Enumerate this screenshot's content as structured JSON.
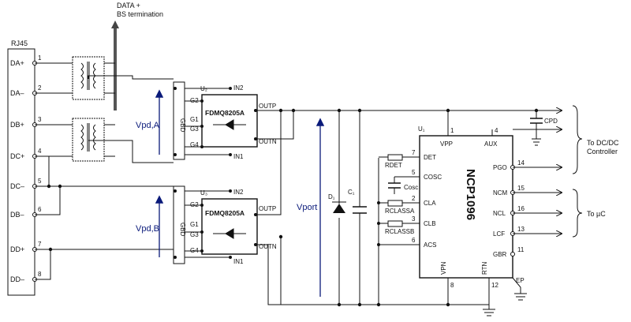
{
  "top_note": {
    "line1": "DATA +",
    "line2": "BS termination"
  },
  "rj45": {
    "title": "RJ45",
    "pins": [
      {
        "label": "DA+",
        "num": "1"
      },
      {
        "label": "DA–",
        "num": "2"
      },
      {
        "label": "DB+",
        "num": "3"
      },
      {
        "label": "DC+",
        "num": "4"
      },
      {
        "label": "DC–",
        "num": "5"
      },
      {
        "label": "DB–",
        "num": "6"
      },
      {
        "label": "DD+",
        "num": "7"
      },
      {
        "label": "DD–",
        "num": "8"
      }
    ]
  },
  "u2": {
    "ref": "U₂",
    "part": "FDMQ8205A",
    "pins": {
      "g1": "G1",
      "g2": "G2",
      "g3": "G3",
      "g4": "G4",
      "in1": "IN1",
      "in2": "IN2",
      "outp": "OUTP",
      "outn": "OUTN",
      "gbd": "GBD"
    }
  },
  "u3": {
    "ref": "U₃",
    "part": "FDMQ8205A",
    "pins": {
      "g1": "G1",
      "g2": "G2",
      "g3": "G3",
      "g4": "G4",
      "in1": "IN1",
      "in2": "IN2",
      "outp": "OUTP",
      "outn": "OUTN",
      "gbd": "GBD"
    }
  },
  "voltages": {
    "vpda": "Vpd,A",
    "vpdb": "Vpd,B",
    "vport": "Vport"
  },
  "components": {
    "d1": "D₁",
    "c1": "C₁",
    "cosc": "Cosc",
    "rdet": "RDET",
    "rclassa": "RCLASSA",
    "rclassb": "RCLASSB",
    "cpd": "CPD"
  },
  "u1": {
    "ref": "U₁",
    "part": "NCP1096",
    "left_pins": [
      {
        "num": "7",
        "name": "DET"
      },
      {
        "num": "5",
        "name": "COSC"
      },
      {
        "num": "2",
        "name": "CLA"
      },
      {
        "num": "3",
        "name": "CLB"
      },
      {
        "num": "6",
        "name": "ACS"
      }
    ],
    "top_pins": [
      {
        "num": "1",
        "name": "VPP"
      },
      {
        "num": "4",
        "name": "AUX"
      }
    ],
    "right_pins": [
      {
        "num": "14",
        "name": "PGO"
      },
      {
        "num": "15",
        "name": "NCM"
      },
      {
        "num": "16",
        "name": "NCL"
      },
      {
        "num": "13",
        "name": "LCF"
      },
      {
        "num": "11",
        "name": "GBR"
      }
    ],
    "bottom_pins": [
      {
        "num": "8",
        "name": "VPN"
      },
      {
        "num": "12",
        "name": "RTN"
      }
    ],
    "ep": "EP"
  },
  "targets": {
    "dcdc_line1": "To DC/DC",
    "dcdc_line2": "Controller",
    "uc": "To µC"
  }
}
